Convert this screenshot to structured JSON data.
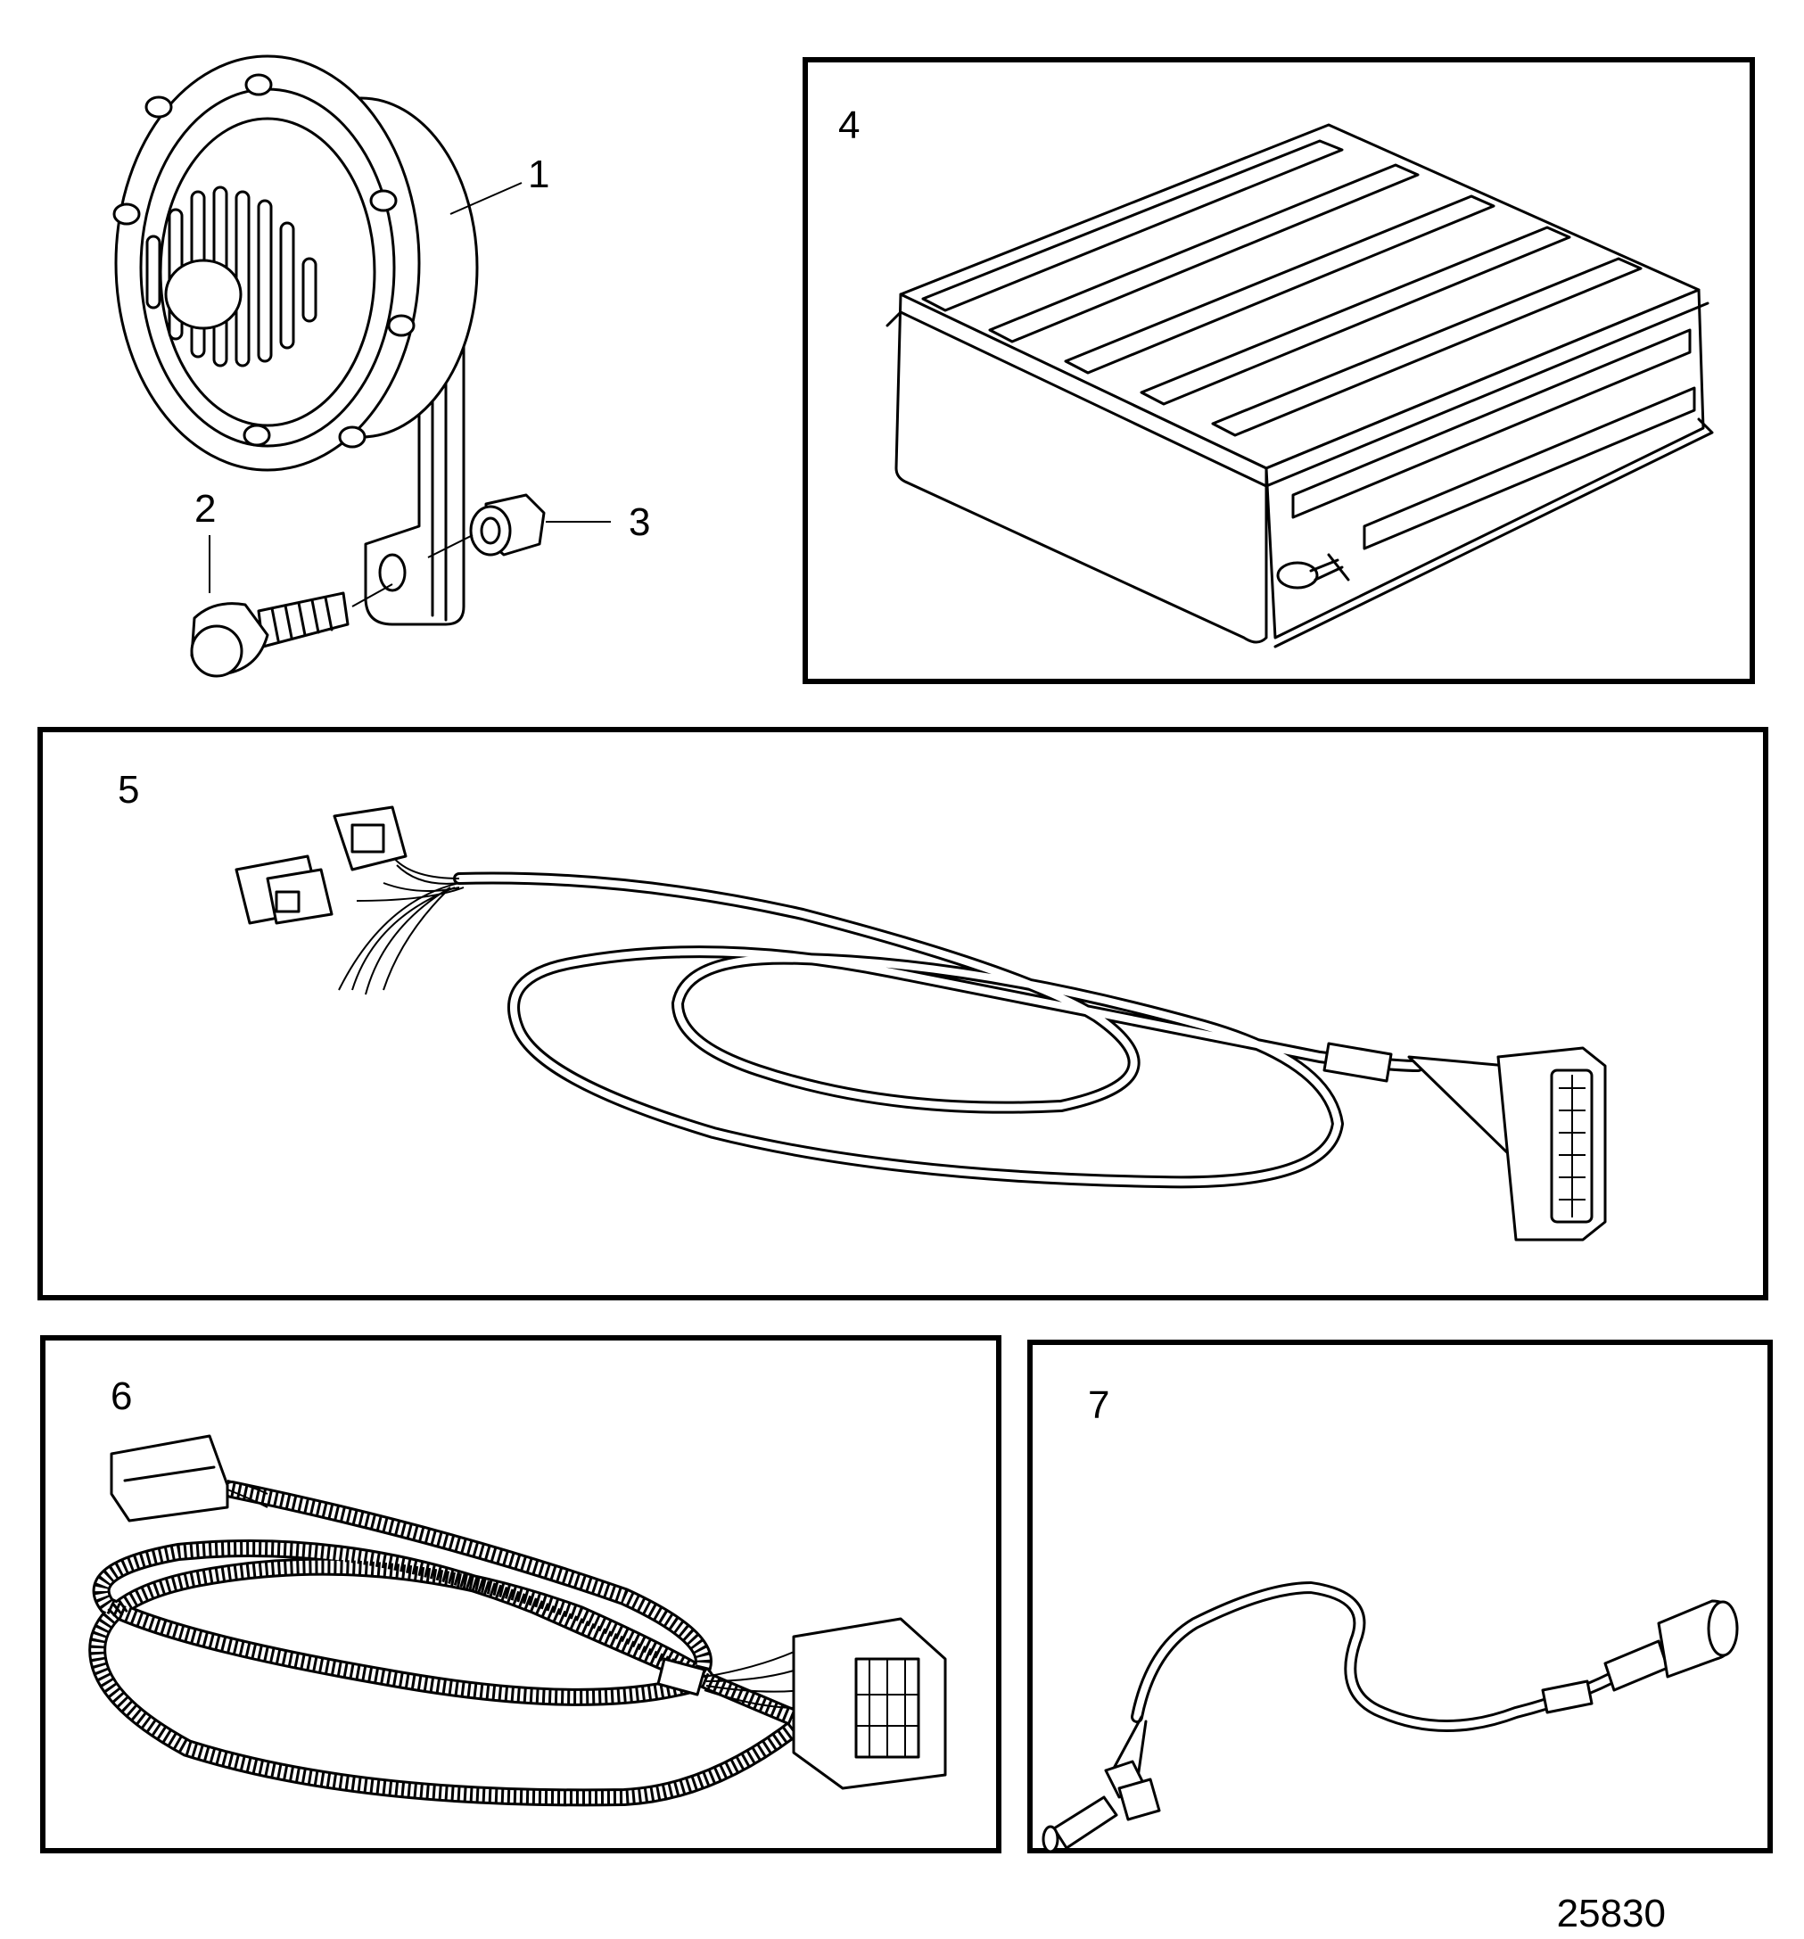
{
  "callouts": {
    "c1": "1",
    "c2": "2",
    "c3": "3",
    "c4": "4",
    "c5": "5",
    "c6": "6",
    "c7": "7"
  },
  "figure_number": "25830",
  "parts": [
    {
      "callout": "1",
      "icon": "horn-icon"
    },
    {
      "callout": "2",
      "icon": "bolt-icon"
    },
    {
      "callout": "3",
      "icon": "nut-icon"
    },
    {
      "callout": "4",
      "icon": "control-unit-icon"
    },
    {
      "callout": "5",
      "icon": "wiring-harness-icon"
    },
    {
      "callout": "6",
      "icon": "braided-harness-icon"
    },
    {
      "callout": "7",
      "icon": "sensor-cable-icon"
    }
  ]
}
